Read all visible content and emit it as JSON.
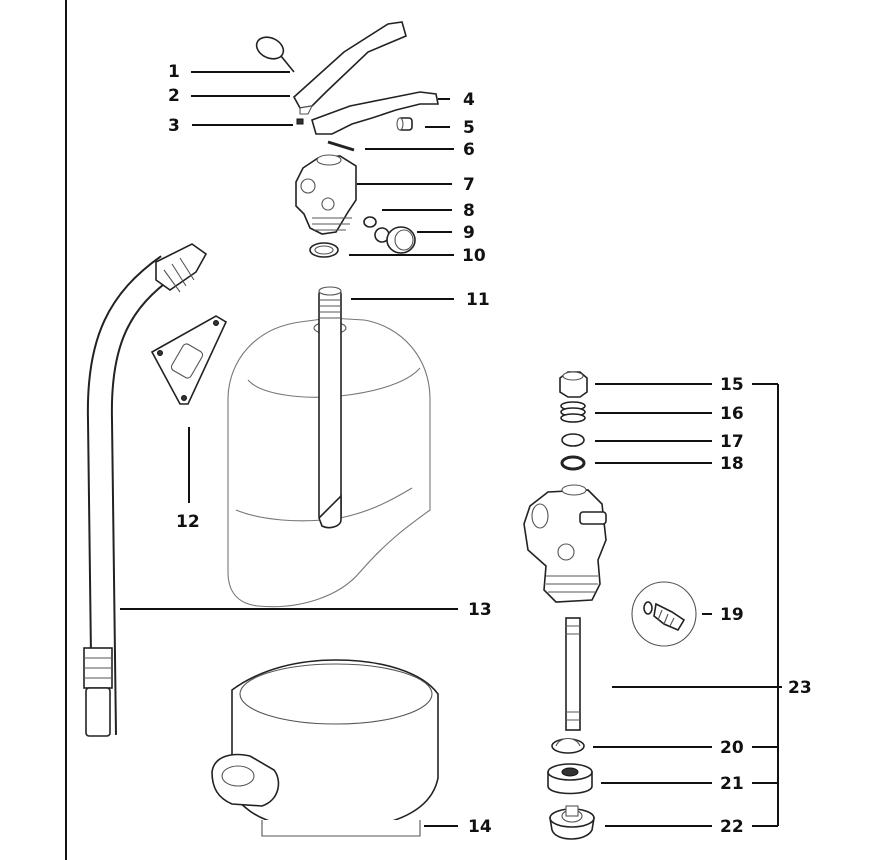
{
  "diagram": {
    "callouts": [
      "1",
      "2",
      "3",
      "4",
      "5",
      "6",
      "7",
      "8",
      "9",
      "10",
      "11",
      "12",
      "13",
      "14",
      "15",
      "16",
      "17",
      "18",
      "19",
      "20",
      "21",
      "22",
      "23"
    ]
  },
  "colors": {
    "line": "#111111",
    "background": "#ffffff"
  }
}
